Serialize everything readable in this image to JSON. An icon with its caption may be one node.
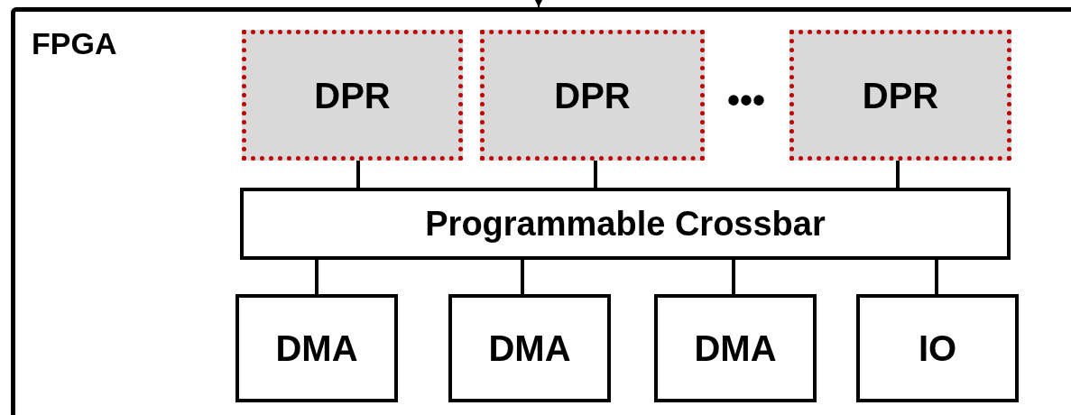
{
  "diagram": {
    "nodes": [
      {
        "text": [
          "FPGA"
        ]
      },
      {
        "text": [
          "DPR"
        ],
        "in": 0
      },
      {
        "text": [
          "DPR"
        ],
        "in": 0
      },
      {
        "text": [
          "DPR"
        ],
        "in": 0
      },
      {
        "text": [
          "Programmable Crossbar"
        ],
        "in": 0
      },
      {
        "text": [
          "DMA"
        ],
        "in": 0
      },
      {
        "text": [
          "DMA"
        ],
        "in": 0
      },
      {
        "text": [
          "DMA"
        ],
        "in": 0
      },
      {
        "text": [
          "IO"
        ],
        "in": 0
      }
    ],
    "edges": [
      {
        "from": null,
        "to": 0,
        "arrow": "to"
      },
      {
        "from": 1,
        "to": 4,
        "arrow": "none"
      },
      {
        "from": 2,
        "to": 4,
        "arrow": "none"
      },
      {
        "from": 3,
        "to": 4,
        "arrow": "none"
      },
      {
        "from": 4,
        "to": 5,
        "arrow": "none"
      },
      {
        "from": 4,
        "to": 6,
        "arrow": "none"
      },
      {
        "from": 4,
        "to": 7,
        "arrow": "none"
      },
      {
        "from": 4,
        "to": 8,
        "arrow": "none"
      }
    ],
    "labels": [
      "•••"
    ]
  }
}
